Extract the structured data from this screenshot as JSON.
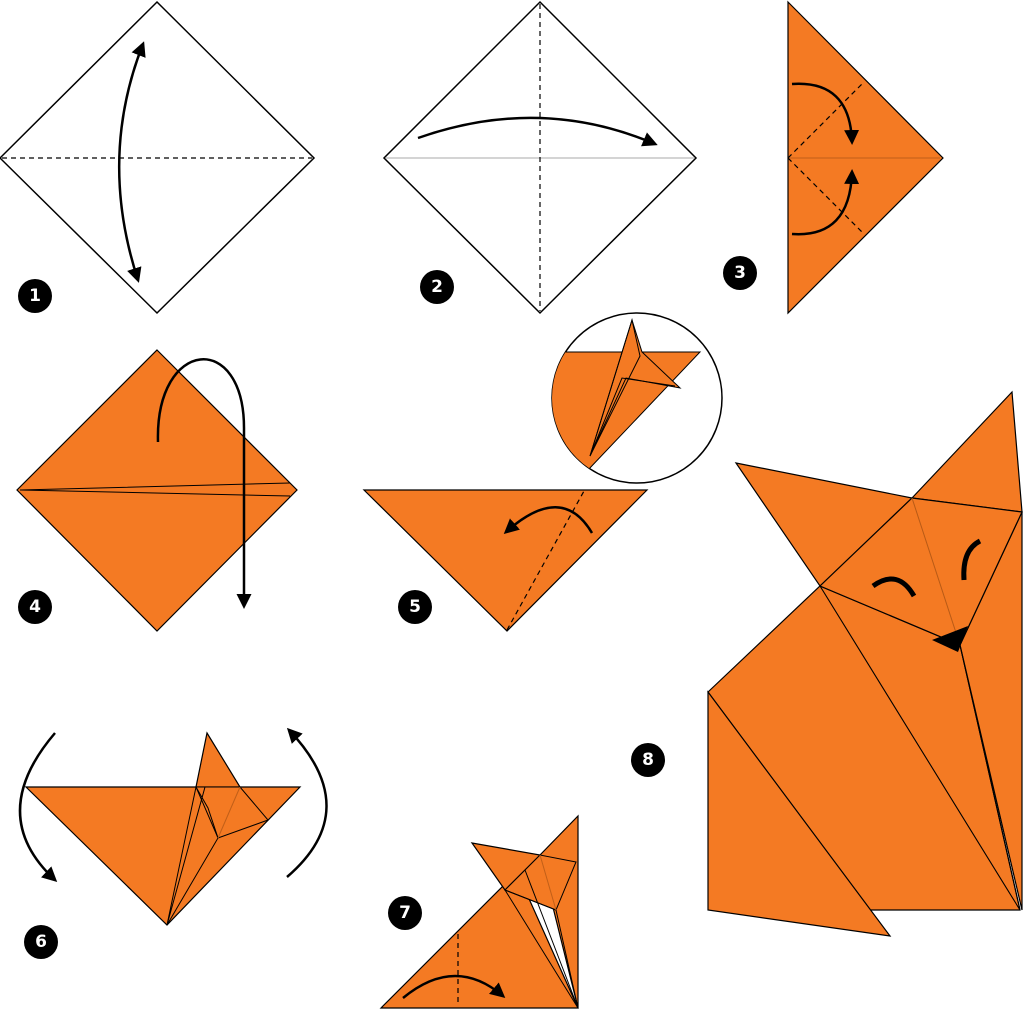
{
  "colors": {
    "paper": "#F47A23",
    "outline": "#000000",
    "fold_line": "#8a8a8a",
    "badge": "#000000",
    "badge_text": "#ffffff",
    "background": "#ffffff"
  },
  "steps": [
    {
      "number": "1"
    },
    {
      "number": "2"
    },
    {
      "number": "3"
    },
    {
      "number": "4"
    },
    {
      "number": "5"
    },
    {
      "number": "6"
    },
    {
      "number": "7"
    },
    {
      "number": "8"
    }
  ]
}
